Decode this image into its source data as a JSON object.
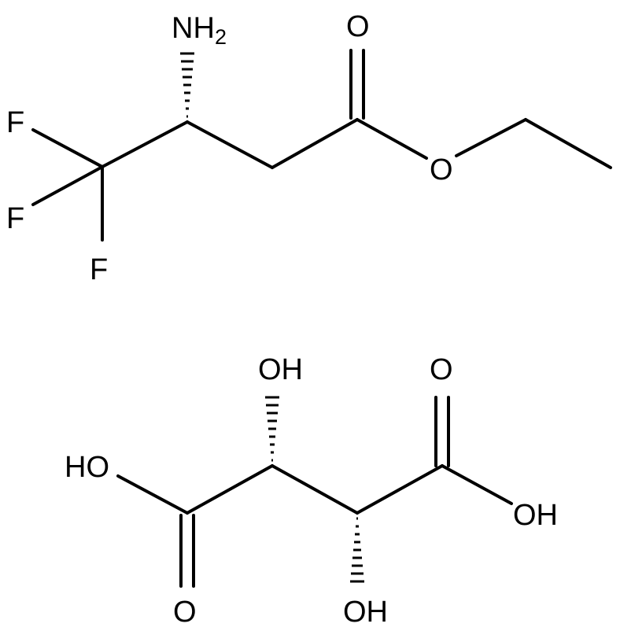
{
  "molecule_1": {
    "atoms": {
      "amine": "NH",
      "amine_subscript": "2",
      "carbonyl_o": "O",
      "ester_o": "O",
      "f1": "F",
      "f2": "F",
      "f3": "F"
    }
  },
  "molecule_2": {
    "atoms": {
      "hydroxyl_top": "OH",
      "hydroxyl_bottom": "OH",
      "acid_oh_left": "HO",
      "acid_oh_right": "OH",
      "acid_o_left": "O",
      "acid_o_right": "O"
    }
  }
}
